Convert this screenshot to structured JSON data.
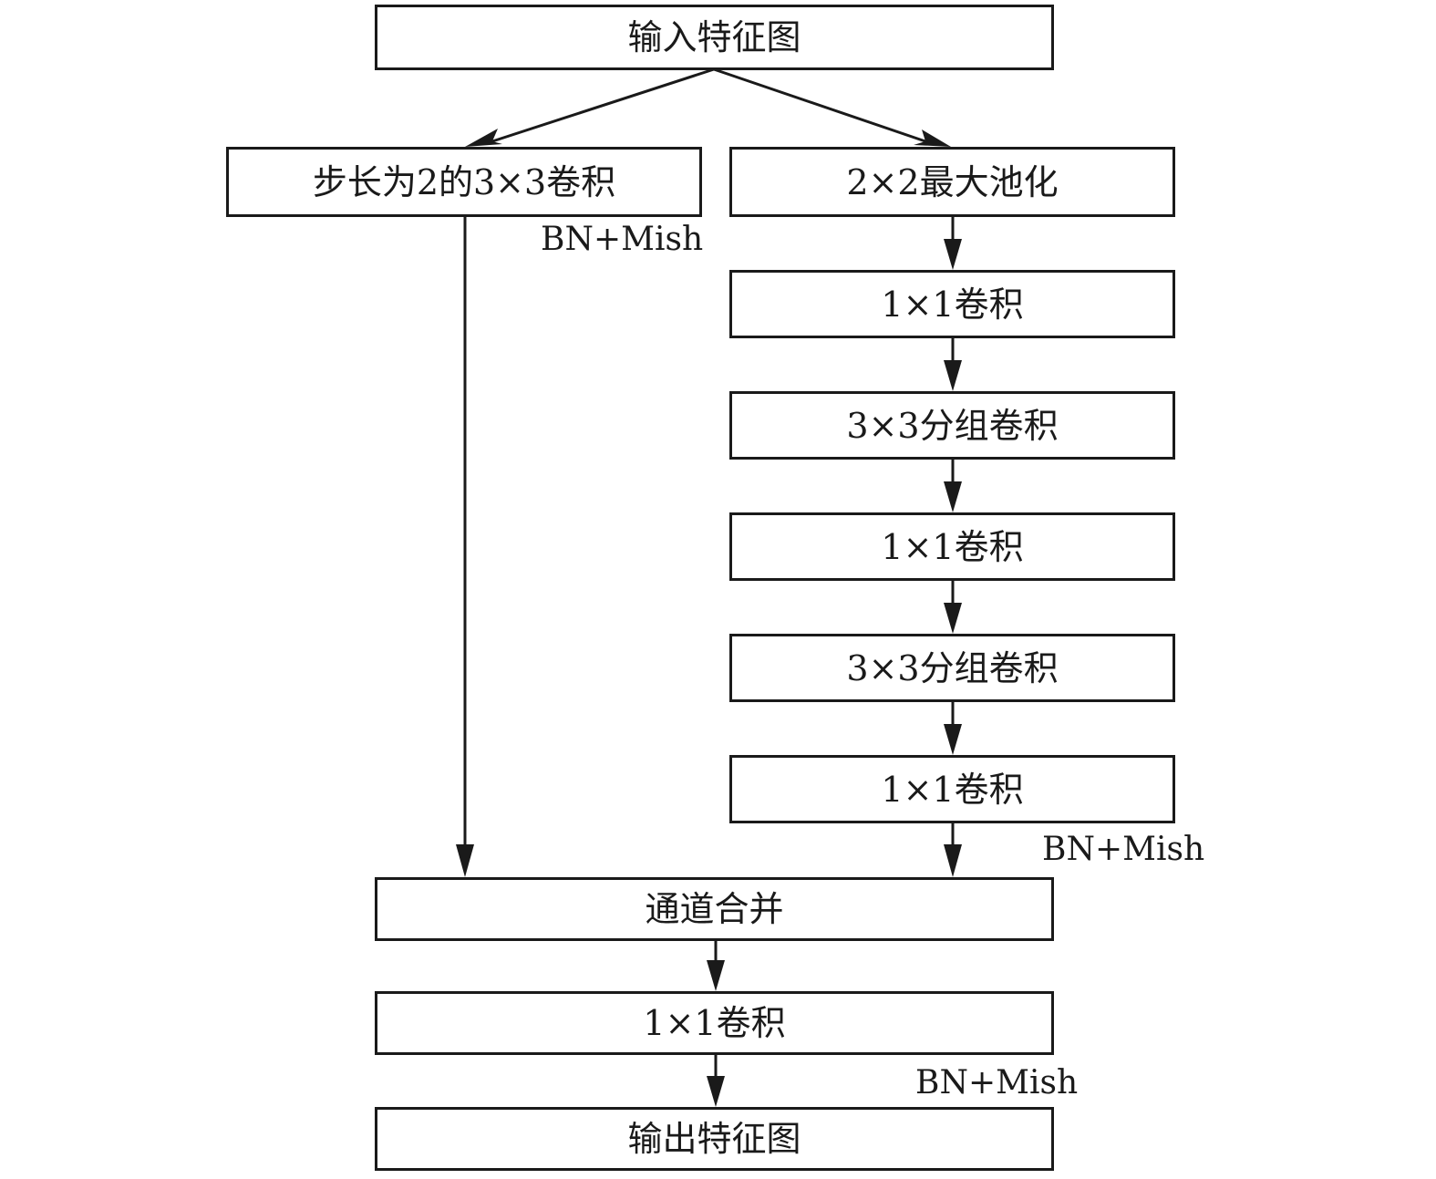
{
  "nodes": {
    "input": "输入特征图",
    "stride_conv": "步长为2的3×3卷积",
    "maxpool": "2×2最大池化",
    "conv1x1_a": "1×1卷积",
    "group_conv_a": "3×3分组卷积",
    "conv1x1_b": "1×1卷积",
    "group_conv_b": "3×3分组卷积",
    "conv1x1_c": "1×1卷积",
    "concat": "通道合并",
    "conv1x1_final": "1×1卷积",
    "output": "输出特征图"
  },
  "annotations": {
    "left_branch_activation": "BN+Mish",
    "right_branch_activation": "BN+Mish",
    "final_activation": "BN+Mish"
  },
  "colors": {
    "stroke": "#1a1a1a",
    "background": "#ffffff"
  }
}
